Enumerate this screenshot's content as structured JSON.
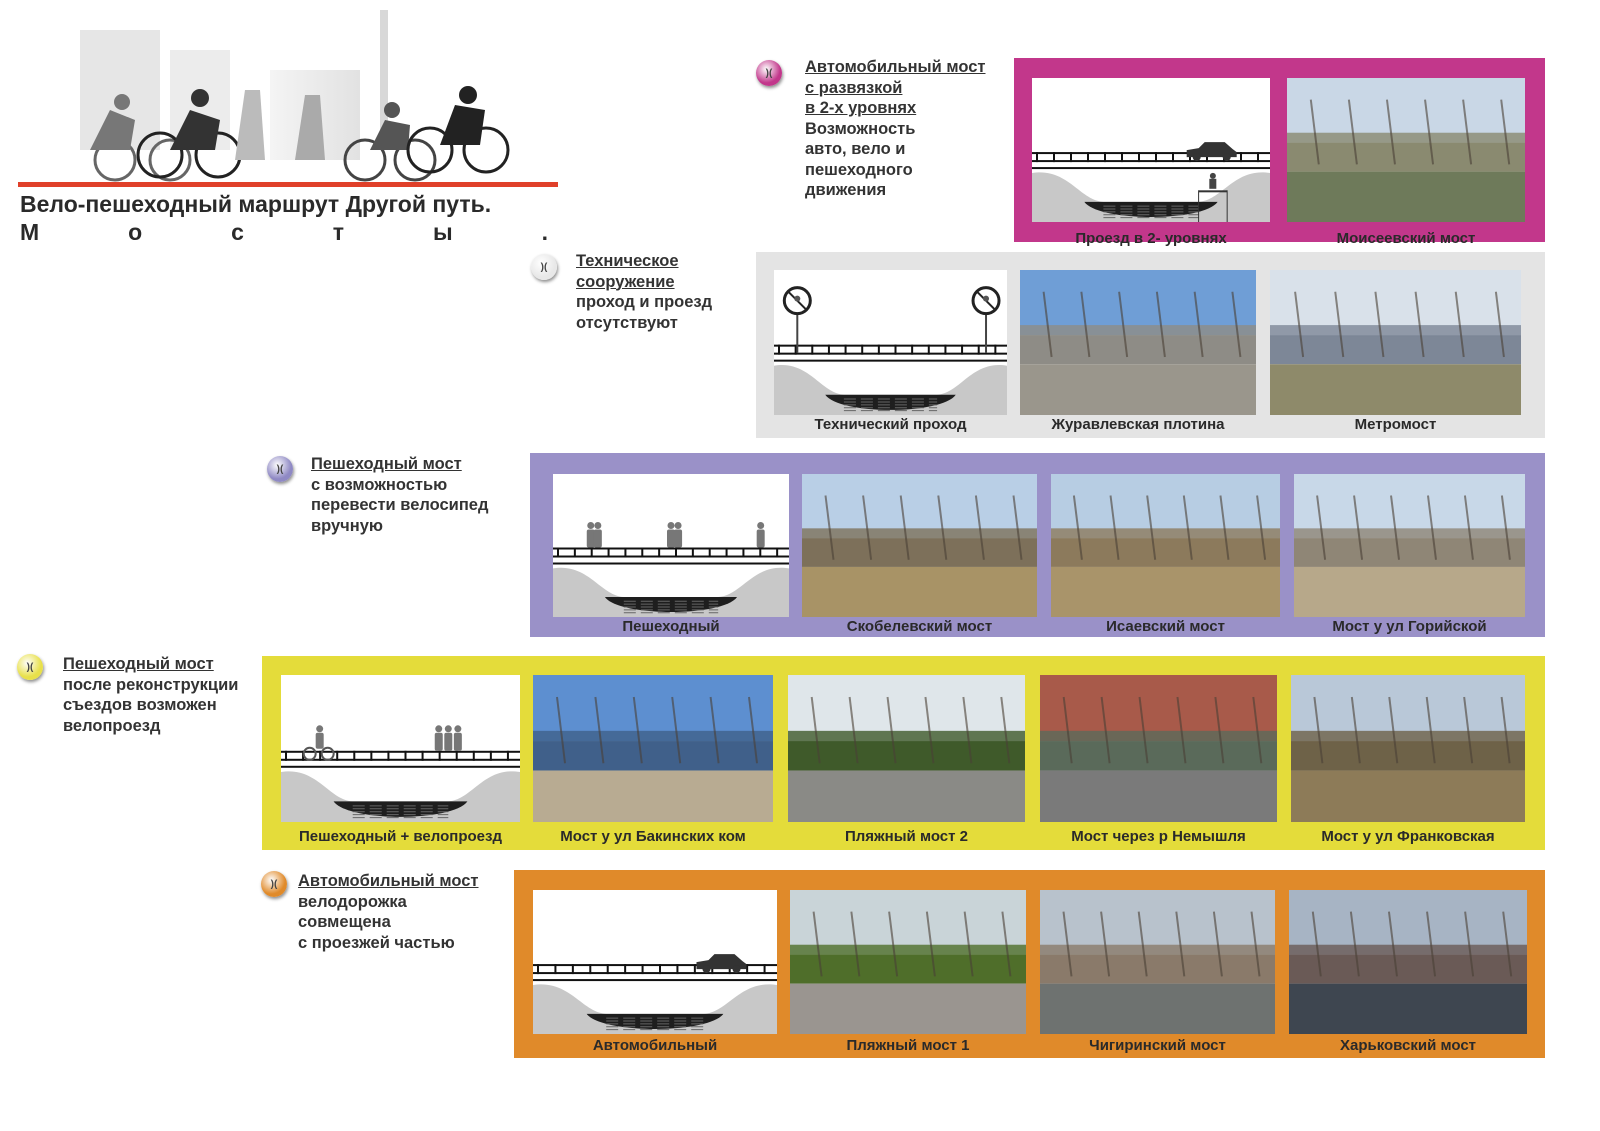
{
  "header": {
    "title_line1": "Вело-пешеходный маршрут Другой путь.",
    "title_line2": [
      "М",
      "о",
      "с",
      "т",
      "ы",
      "."
    ]
  },
  "marker_glyph": ")(",
  "rows": [
    {
      "id": "two-level",
      "color": "#c2378b",
      "marker_color": "#c2378b",
      "heading": [
        "Автомобильный мост",
        "с развязкой",
        "в 2-х уровнях"
      ],
      "body": [
        "Возможность",
        "авто, вело и",
        "пешеходного",
        "движения"
      ],
      "panels": [
        {
          "caption": "Проезд в 2- уровнях",
          "kind": "diagram",
          "figures": "car-lower-cyclist"
        },
        {
          "caption": "Моисеевский мост",
          "kind": "photo",
          "tones": [
            "#c9d7e6",
            "#8a8a70",
            "#6e7a5a"
          ]
        }
      ]
    },
    {
      "id": "technical",
      "color": "#e4e4e4",
      "marker_color": "#e8e8e8",
      "heading": [
        "Техническое",
        "сооружение"
      ],
      "body": [
        "проход и проезд",
        "отсутствуют"
      ],
      "panels": [
        {
          "caption": "Технический проход",
          "kind": "diagram",
          "figures": "no-entry-signs"
        },
        {
          "caption": "Журавлевская плотина",
          "kind": "photo",
          "tones": [
            "#6f9ed6",
            "#8e8c86",
            "#9a968c"
          ]
        },
        {
          "caption": "Метромост",
          "kind": "photo",
          "tones": [
            "#d9e1ea",
            "#7d8797",
            "#8e8a6a"
          ]
        }
      ]
    },
    {
      "id": "pedestrian-carry",
      "color": "#9a91c8",
      "marker_color": "#8f89c4",
      "heading": [
        "Пешеходный мост"
      ],
      "body": [
        "с возможностью",
        "перевести велосипед",
        "вручную"
      ],
      "panels": [
        {
          "caption": "Пешеходный",
          "kind": "diagram",
          "figures": "pedestrians"
        },
        {
          "caption": "Скобелевский мост",
          "kind": "photo",
          "tones": [
            "#b9cfe6",
            "#7d705a",
            "#a89366"
          ]
        },
        {
          "caption": "Исаевский мост",
          "kind": "photo",
          "tones": [
            "#b7cde3",
            "#8c7a5c",
            "#a9946a"
          ]
        },
        {
          "caption": "Мост у ул Горийской",
          "kind": "photo",
          "tones": [
            "#c8d8e8",
            "#8f8676",
            "#b7a88a"
          ]
        }
      ]
    },
    {
      "id": "pedestrian-bike",
      "color": "#e4dc3a",
      "marker_color": "#e8e04a",
      "heading": [
        "Пешеходный мост"
      ],
      "body": [
        "после реконструкции",
        "съездов возможен",
        "велопроезд"
      ],
      "panels": [
        {
          "caption": "Пешеходный  + велопроезд",
          "kind": "diagram",
          "figures": "cyclist-pedestrians"
        },
        {
          "caption": "Мост у ул Бакинских ком",
          "kind": "photo",
          "tones": [
            "#5d8fd0",
            "#40608a",
            "#b8ab92"
          ]
        },
        {
          "caption": "Пляжный мост 2",
          "kind": "photo",
          "tones": [
            "#dfe6ea",
            "#3f5a2a",
            "#8a8a86"
          ]
        },
        {
          "caption": "Мост через р Немышля",
          "kind": "photo",
          "tones": [
            "#a85a4a",
            "#5a6a5a",
            "#7a7a7a"
          ]
        },
        {
          "caption": "Мост у ул Франковская",
          "kind": "photo",
          "tones": [
            "#b9c8d8",
            "#6e6248",
            "#8d7b58"
          ]
        }
      ]
    },
    {
      "id": "auto-shared",
      "color": "#e08a2a",
      "marker_color": "#e08a2a",
      "heading": [
        "Автомобильный мост"
      ],
      "body": [
        "велодорожка",
        "совмещена",
        "с проезжей частью"
      ],
      "panels": [
        {
          "caption": "Автомобильный",
          "kind": "diagram",
          "figures": "car"
        },
        {
          "caption": "Пляжный мост 1",
          "kind": "photo",
          "tones": [
            "#c9d4d8",
            "#4f6e2a",
            "#9a9590"
          ]
        },
        {
          "caption": "Чигиринский мост",
          "kind": "photo",
          "tones": [
            "#b8c2cc",
            "#8a7a6a",
            "#6e7270"
          ]
        },
        {
          "caption": "Харьковский мост",
          "kind": "photo",
          "tones": [
            "#a7b4c4",
            "#6a5a56",
            "#3e4650"
          ]
        }
      ]
    }
  ]
}
